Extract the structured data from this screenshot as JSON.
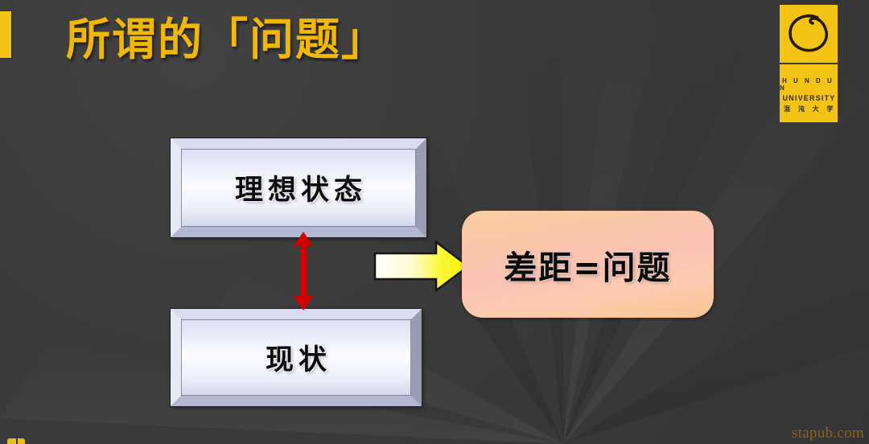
{
  "slide": {
    "title": "所谓的「问题」",
    "background_color": "#3a3a3a",
    "accent_color": "#f2b705"
  },
  "logo": {
    "mark_icon": "hand-drawn-circle-icon",
    "line1": "H U N D U N",
    "line2": "UNIVERSITY",
    "line3": "混 沌 大 学",
    "background_color": "#f5c314",
    "text_color": "#2e2a1a"
  },
  "diagram": {
    "boxes": [
      {
        "id": "ideal",
        "label": "理想状态",
        "style": "beveled-3d",
        "fill": "#fbfbff"
      },
      {
        "id": "current",
        "label": "现状",
        "style": "beveled-3d",
        "fill": "#fbfbff"
      },
      {
        "id": "gap",
        "label": "差距=问题",
        "style": "rounded-gradient",
        "fill": "#fbc8a6"
      }
    ],
    "connectors": [
      {
        "id": "gap-measure",
        "type": "double-headed-vertical-arrow",
        "color": "#d40000",
        "from": "ideal",
        "to": "current"
      },
      {
        "id": "result",
        "type": "block-arrow-right",
        "color": "#faf90a",
        "from": "gap-measure",
        "to": "gap"
      }
    ]
  },
  "watermark": {
    "text": "stapub.com",
    "color": "#9a6410"
  }
}
